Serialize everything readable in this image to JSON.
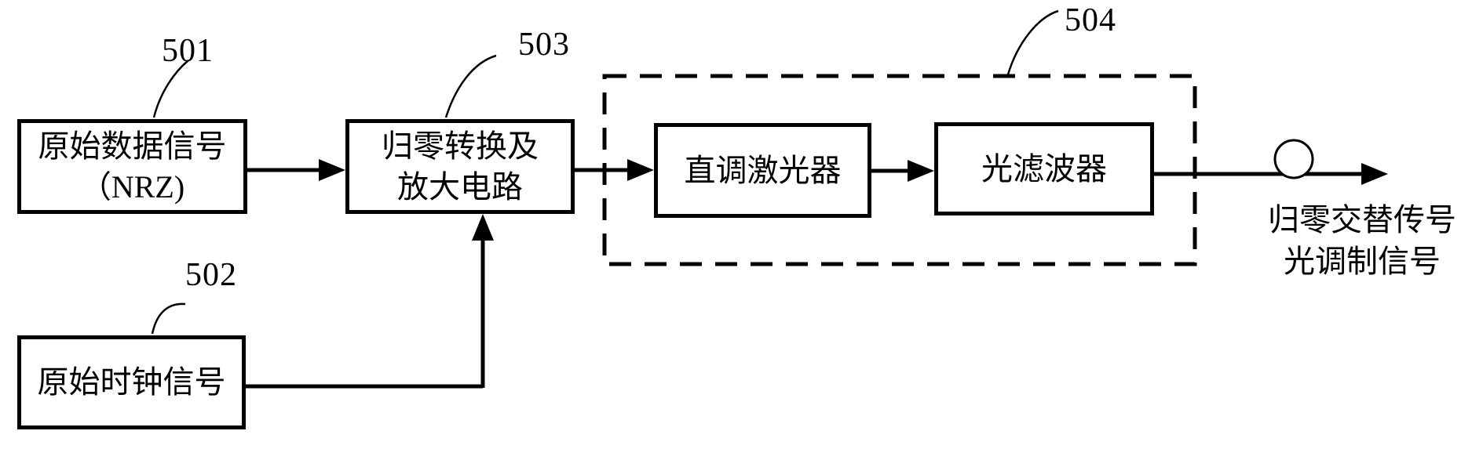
{
  "figure": {
    "colors": {
      "ink": "#000000",
      "background": "#ffffff"
    },
    "blocks": {
      "data_signal": {
        "ref": "501",
        "line1": "原始数据信号",
        "line2": "（NRZ)"
      },
      "clock_signal": {
        "ref": "502",
        "label": "原始时钟信号"
      },
      "rz_amplifier": {
        "ref": "503",
        "line1": "归零转换及",
        "line2": "放大电路"
      },
      "group": {
        "ref": "504"
      },
      "laser": {
        "label": "直调激光器"
      },
      "optical_filter": {
        "label": "光滤波器"
      }
    },
    "output_label": {
      "line1": "归零交替传号",
      "line2": "光调制信号"
    }
  }
}
